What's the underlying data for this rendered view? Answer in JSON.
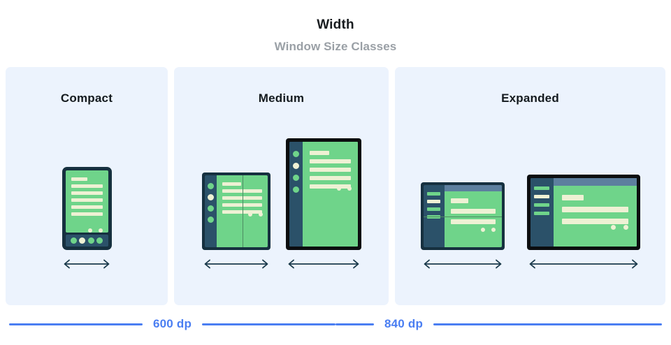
{
  "header": {
    "title": "Width",
    "subtitle": "Window Size Classes"
  },
  "colors": {
    "panel_background": "#ecf3fd",
    "device_frame_navy": "#16303f",
    "device_frame_black": "#0b0d0f",
    "device_screen_green": "#6fd48a",
    "device_content_cream": "#eef1d4",
    "device_rail_slate": "#2b5169",
    "device_strip_slate": "#5d7f9e",
    "accent_blue": "#4a7ef2",
    "title_black": "#181c1f",
    "subtitle_gray": "#9aa0a6",
    "arrow_navy": "#1b3a4b"
  },
  "panels": [
    {
      "id": "compact",
      "title": "Compact",
      "devices": [
        {
          "id": "phone",
          "kind": "phone-portrait",
          "arrow": "width-arrow",
          "content_lines": [
            "short",
            "full",
            "full",
            "full",
            "full",
            "full"
          ],
          "dots": 2,
          "nav_buttons": 4,
          "nav_active_index": 1
        }
      ]
    },
    {
      "id": "medium",
      "title": "Medium",
      "devices": [
        {
          "id": "foldable-portrait",
          "kind": "foldable-portrait",
          "arrow": "width-arrow",
          "rail_items": 4,
          "rail_active_index": 1,
          "content_lines": [
            "short",
            "full",
            "full",
            "full",
            "full"
          ],
          "dots": 2,
          "seam": "vertical"
        },
        {
          "id": "tablet-portrait",
          "kind": "tablet-portrait",
          "arrow": "width-arrow",
          "rail_items": 4,
          "rail_active_index": 1,
          "content_lines": [
            "short",
            "full",
            "full",
            "full",
            "full"
          ],
          "dots": 2,
          "seam": "none"
        }
      ]
    },
    {
      "id": "expanded",
      "title": "Expanded",
      "devices": [
        {
          "id": "foldable-landscape",
          "kind": "foldable-landscape",
          "arrow": "width-arrow",
          "rail_items": 4,
          "rail_active_index": 1,
          "content_lines": [
            "short",
            "full",
            "full"
          ],
          "dots": 2,
          "seam": "horizontal"
        },
        {
          "id": "tablet-landscape",
          "kind": "tablet-landscape",
          "arrow": "width-arrow",
          "rail_items": 4,
          "rail_active_index": 1,
          "content_lines": [
            "short",
            "full",
            "full"
          ],
          "dots": 2,
          "seam": "none"
        }
      ]
    }
  ],
  "dp_scale": {
    "breakpoints": [
      {
        "label": "600 dp",
        "value": 600
      },
      {
        "label": "840 dp",
        "value": 840
      }
    ]
  }
}
